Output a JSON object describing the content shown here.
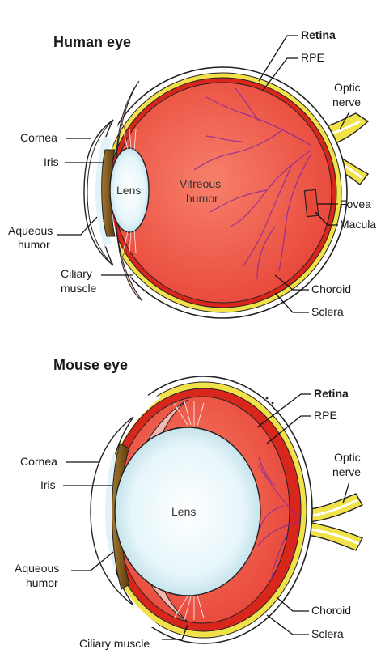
{
  "human": {
    "title": "Human eye",
    "labels": {
      "retina": "Retina",
      "rpe": "RPE",
      "optic_nerve_1": "Optic",
      "optic_nerve_2": "nerve",
      "fovea": "Fovea",
      "macula": "Macula",
      "choroid": "Choroid",
      "sclera": "Sclera",
      "cornea": "Cornea",
      "iris": "Iris",
      "aqueous_1": "Aqueous",
      "aqueous_2": "humor",
      "ciliary_1": "Ciliary",
      "ciliary_2": "muscle",
      "lens": "Lens",
      "vitreous_1": "Vitreous",
      "vitreous_2": "humor"
    }
  },
  "mouse": {
    "title": "Mouse eye",
    "labels": {
      "retina": "Retina",
      "rpe": "RPE",
      "optic_nerve_1": "Optic",
      "optic_nerve_2": "nerve",
      "choroid": "Choroid",
      "sclera": "Sclera",
      "cornea": "Cornea",
      "iris": "Iris",
      "aqueous_1": "Aqueous",
      "aqueous_2": "humor",
      "ciliary": "Ciliary muscle",
      "lens": "Lens"
    }
  },
  "colors": {
    "vitreous": "#f05a4a",
    "retina_band": "#d8261c",
    "rpe_band": "#f2e24a",
    "sclera": "#ffffff",
    "lens": "#d8f1f7",
    "iris": "#6b4a1a",
    "vessels": "#8a2a9a"
  }
}
